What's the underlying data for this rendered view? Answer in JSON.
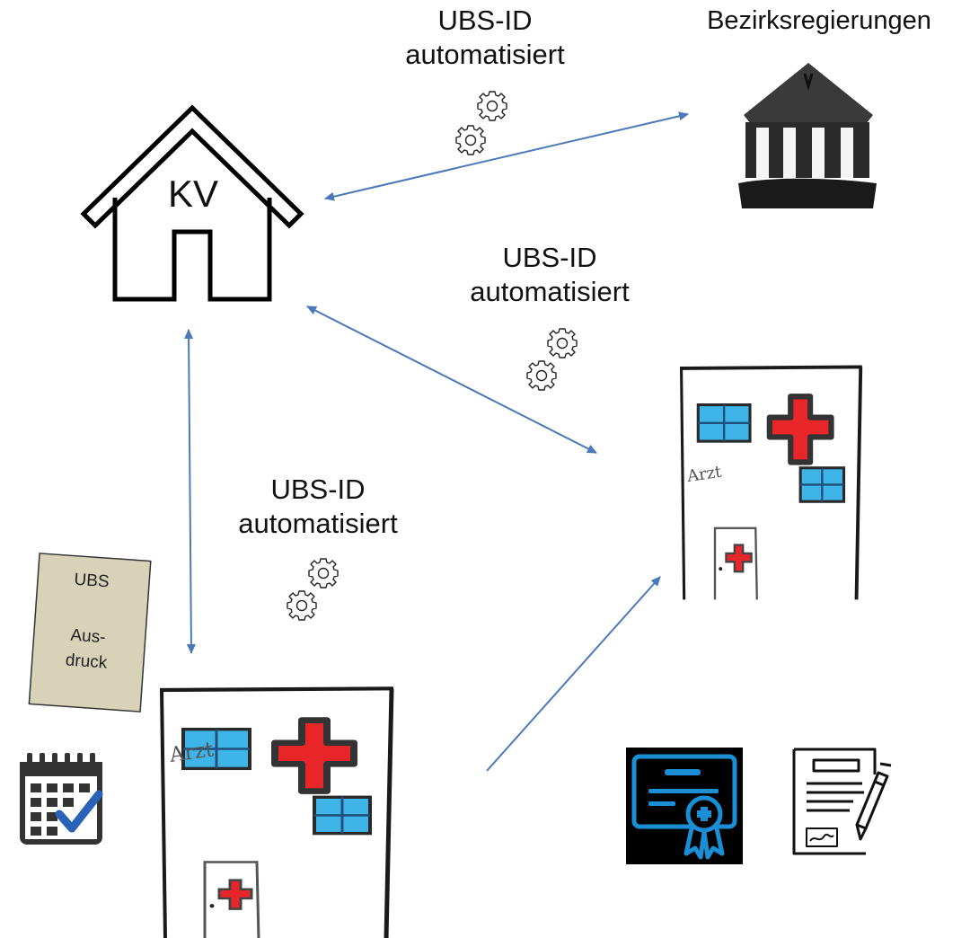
{
  "nodes": {
    "kv": {
      "label": "KV"
    },
    "bezirk": {
      "label": "Bezirksregierungen"
    },
    "printout": {
      "line1": "UBS",
      "line2": "Aus-",
      "line3": "druck"
    },
    "practice_right": {
      "sign": "Arzt"
    },
    "practice_bottom": {
      "sign": "Arzt"
    }
  },
  "edges": {
    "kv_bezirk": {
      "line1": "UBS-ID",
      "line2": "automatisiert"
    },
    "kv_practice_right": {
      "line1": "UBS-ID",
      "line2": "automatisiert"
    },
    "kv_practice_bottom": {
      "line1": "UBS-ID",
      "line2": "automatisiert"
    }
  },
  "icons": {
    "gear": "gear-icon",
    "calendar": "calendar-check-icon",
    "certificate": "certificate-icon",
    "contract": "signed-contract-icon"
  },
  "colors": {
    "arrow": "#4a78b8",
    "window_blue": "#3fb4e8",
    "cross_red": "#e8262a",
    "certificate_blue": "#1b8fd6",
    "calendar_check": "#2a62b8",
    "printout_fill": "#d8d2b8"
  }
}
